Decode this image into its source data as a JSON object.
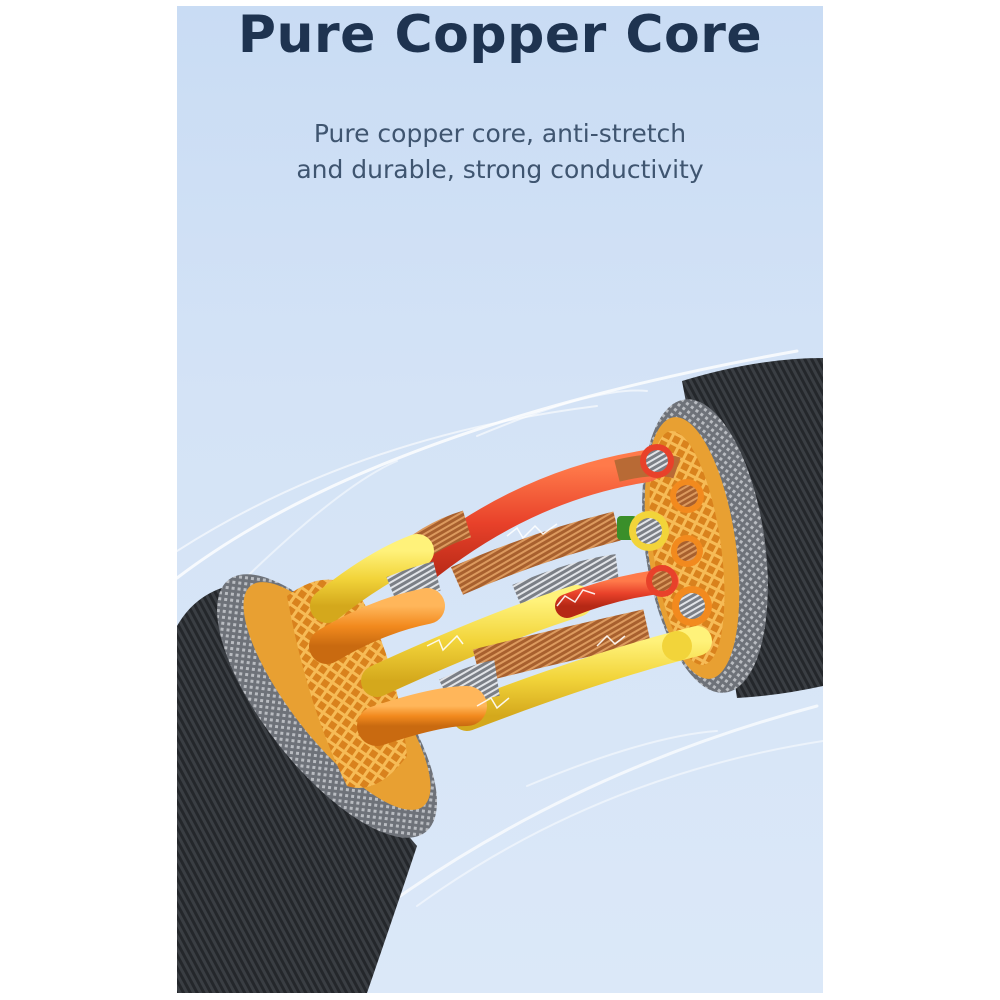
{
  "header": {
    "title": "Pure Copper Core",
    "subtitle_line1": "Pure copper core, anti-stretch",
    "subtitle_line2": "and durable, strong conductivity"
  },
  "colors": {
    "background": "#d4e3f6",
    "title": "#1e3350",
    "subtitle": "#3f5570",
    "jacket": "#2a2d31",
    "ring": "#8a8e94",
    "braid": "#e89a2c",
    "wire_red": "#e8412a",
    "wire_yellow": "#f2d43a",
    "wire_orange": "#f28a1e",
    "copper": "#b8703a",
    "green": "#3a8f2a"
  }
}
